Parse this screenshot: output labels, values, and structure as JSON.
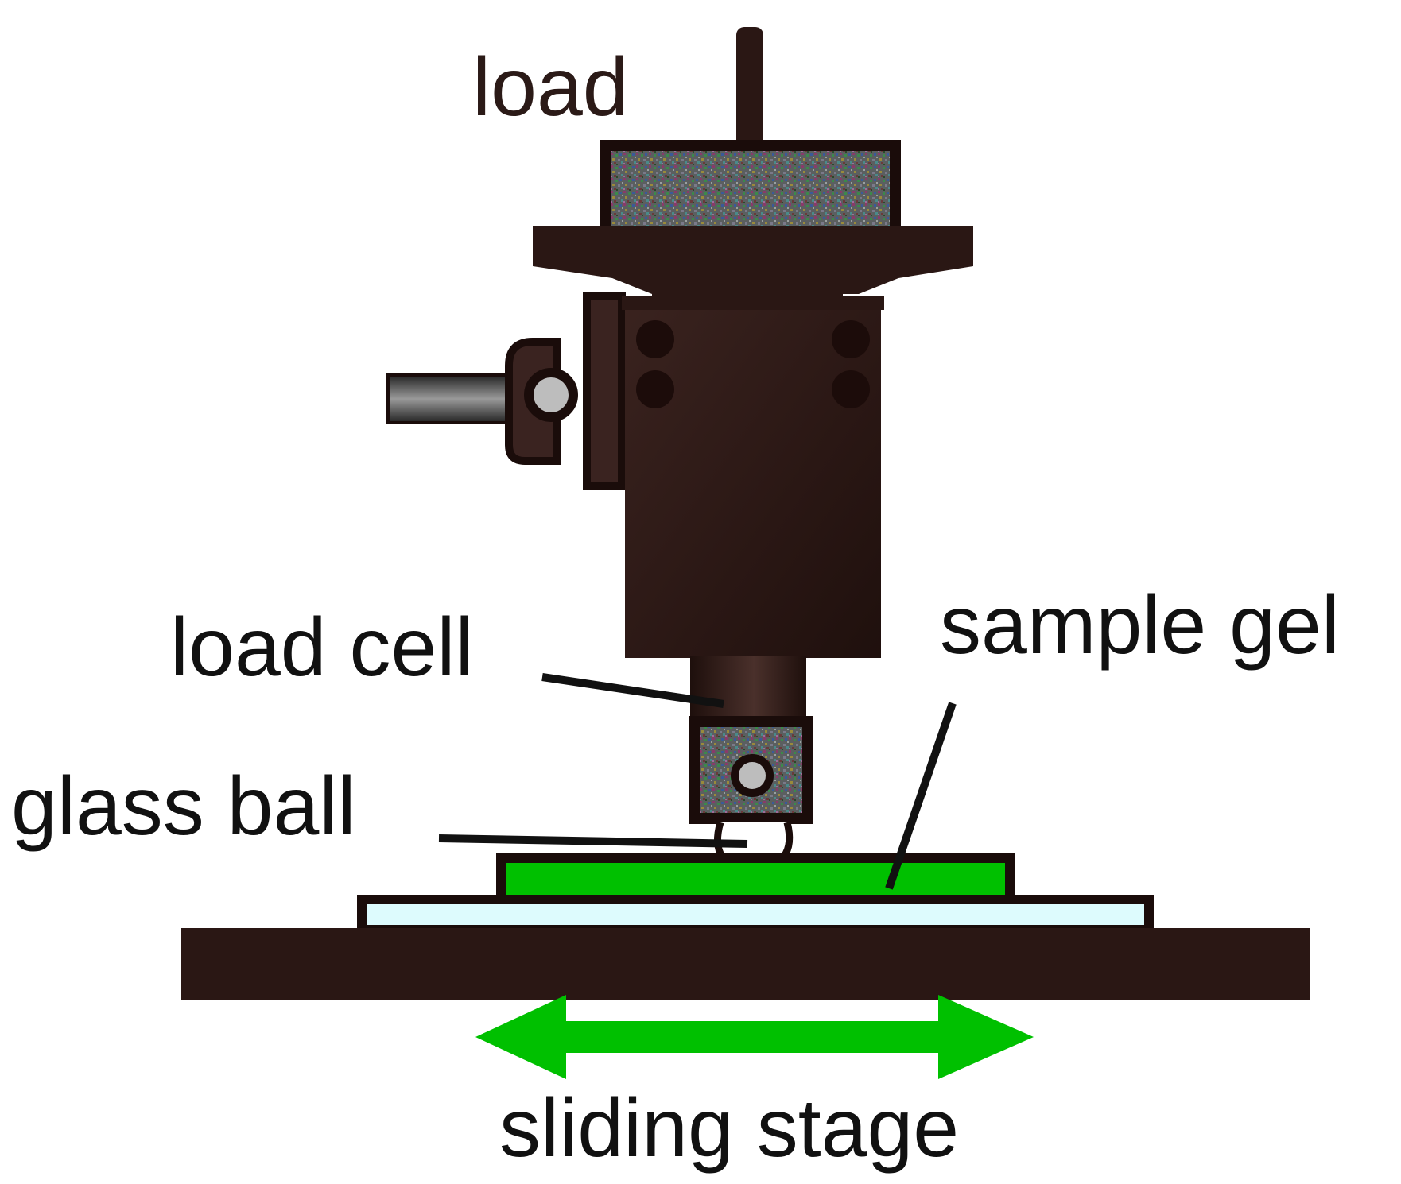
{
  "labels": {
    "load": "load",
    "load_cell": "load cell",
    "glass_ball": "glass ball",
    "sample_gel": "sample gel",
    "sliding_stage": "sliding stage"
  },
  "colors": {
    "body": "#2a1714",
    "gel": "#00c000",
    "glass_plate": "#ddfbfd",
    "arrow": "#00c000",
    "ball_fill": "#bdbdbd",
    "rod": "#555555"
  }
}
